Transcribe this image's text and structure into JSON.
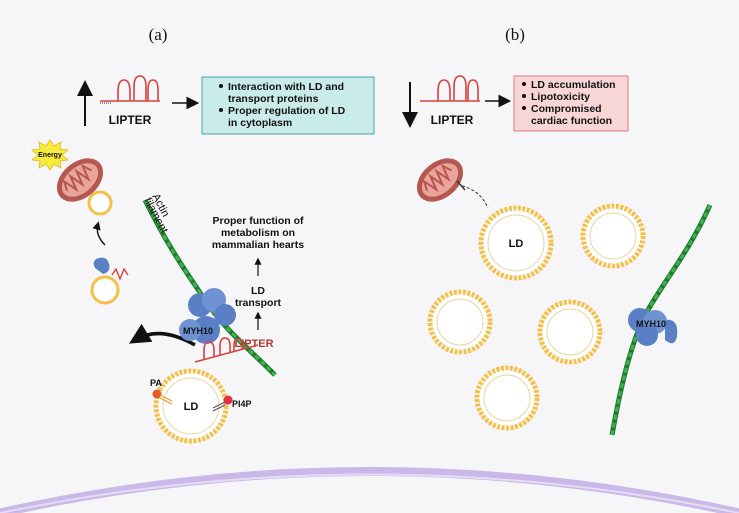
{
  "panels": {
    "a_label": "(a)",
    "b_label": "(b)"
  },
  "panel_a": {
    "lipter_label": "LIPTER",
    "box_lines": [
      "Interaction with LD and",
      "transport proteins",
      "Proper regulation of LD",
      "in cytoplasm"
    ],
    "energy_label": "Energy",
    "actin_label_1": "Actin",
    "actin_label_2": "filament",
    "outcome_lines": [
      "Proper function of",
      "metabolism on",
      "mammalian hearts"
    ],
    "transport_lines": [
      "LD",
      "transport"
    ],
    "myh10_label": "MYH10",
    "lipter_red_label": "LIPTER",
    "pa_label": "PA",
    "ld_label": "LD",
    "pi4p_label": "PI4P"
  },
  "panel_b": {
    "lipter_label": "LIPTER",
    "box_lines": [
      "LD accumulation",
      "Lipotoxicity",
      "Compromised",
      "cardiac function"
    ],
    "ld_label": "LD",
    "myh10_label": "MYH10"
  },
  "colors": {
    "box_a_fill": "#c9ecea",
    "box_a_stroke": "#4fa39c",
    "box_b_fill": "#f9d6d6",
    "box_b_stroke": "#d67d7d",
    "lipid_head": "#f5c04a",
    "actin": "#2e9a3e",
    "myosin": "#5b7fc4",
    "mito": "#b5574f",
    "rna": "#d8413e"
  },
  "icons": [
    "up-arrow-icon",
    "down-arrow-icon",
    "rna-hairpin-icon",
    "mitochondrion-icon",
    "energy-burst-icon",
    "lipid-droplet-icon",
    "actin-filament-icon",
    "myosin-motor-icon",
    "inhibition-icon"
  ]
}
